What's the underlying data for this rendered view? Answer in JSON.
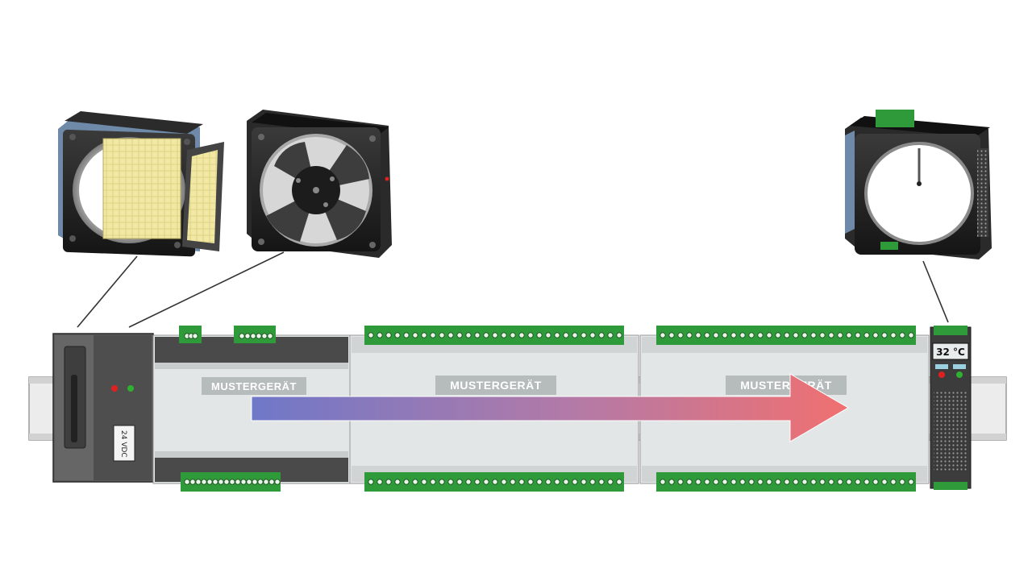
{
  "modules": {
    "label_1": "MUSTERGERÄT",
    "label_2": "MUSTERGERÄT",
    "label_3": "MUSTERGERÄT"
  },
  "power_supply": {
    "voltage_label": "24 VDC"
  },
  "thermostat": {
    "display_value": "32 °C"
  },
  "colors": {
    "arrow_start": "#6f78c8",
    "arrow_end": "#f07070",
    "terminal_green": "#2f9a3a",
    "module_body": "#e3e6e6",
    "module_dark": "#4a4a4a",
    "led_red": "#e02020",
    "led_green": "#30b030"
  },
  "icons": [
    "filter-fan-icon",
    "axial-fan-icon",
    "outlet-filter-icon",
    "airflow-arrow-icon"
  ]
}
